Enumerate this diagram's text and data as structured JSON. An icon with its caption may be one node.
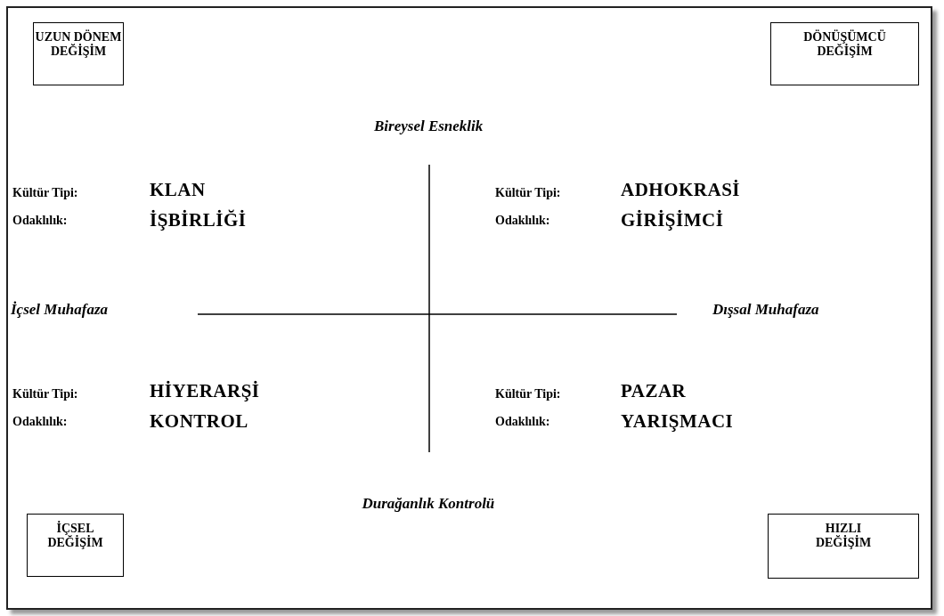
{
  "diagram": {
    "nodes": [
      {
        "text": [
          "UZUN DÖNEM DEĞİŞİM"
        ]
      },
      {
        "text": [
          "DÖNÜŞÜMCÜ DEĞİŞİM"
        ]
      },
      {
        "text": [
          "İÇSEL DEĞİŞİM"
        ]
      },
      {
        "text": [
          "HIZLI DEĞİŞİM"
        ]
      }
    ],
    "labels": [
      "Bireysel Esneklik",
      "Kültür Tipi:",
      "KLAN",
      "Kültür Tipi:",
      "ADHOKRASİ",
      "Odaklılık:",
      "İŞBİRLİĞİ",
      "Odaklılık:",
      "GİRİŞİMCİ",
      "İçsel Muhafaza",
      "Dışsal Muhafaza",
      "Kültür Tipi:",
      "HİYERARŞİ",
      "Kültür Tipi:",
      "PAZAR",
      "Odaklılık:",
      "KONTROL",
      "Odaklılık:",
      "YARIŞMACI",
      "Durağanlık Kontrolü"
    ]
  }
}
